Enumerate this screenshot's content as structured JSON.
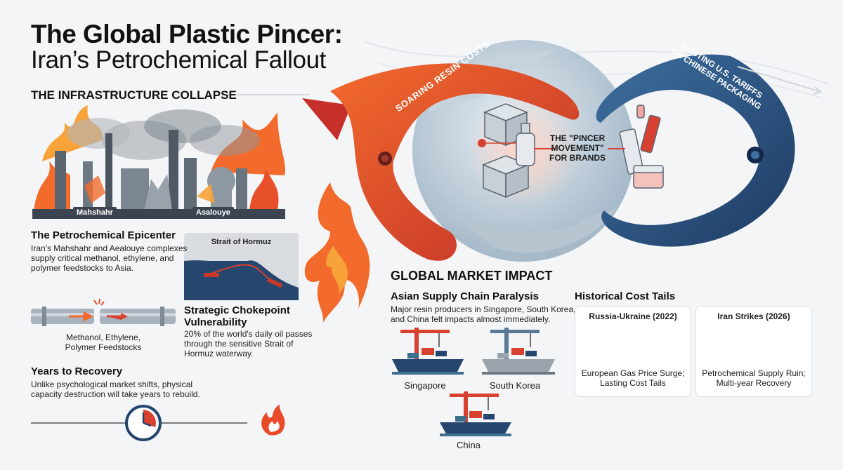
{
  "title": {
    "line1": "The Global Plastic Pincer:",
    "line2": "Iran’s Petrochemical Fallout"
  },
  "infrastructure": {
    "heading": "THE INFRASTRUCTURE COLLAPSE",
    "labels": [
      "Mahshahr",
      "Asalouye"
    ]
  },
  "epicenter": {
    "title": "The Petrochemical Epicenter",
    "body": [
      "Iran's Mahshahr and Aealouye complexes",
      "supply critical methanol, ethylene, and",
      "polymer feedstocks to Asia."
    ]
  },
  "strait_map": {
    "label": "Strait of Hormuz"
  },
  "pipeline": {
    "caption": [
      "Methanol, Ethylene,",
      "Polymer Feedstocks"
    ]
  },
  "chokepoint": {
    "title": [
      "Strategic Chokepoint",
      "Vulnerability"
    ],
    "body": [
      "20% of the world's daily oil passes",
      "through the sensitive Strait of",
      "Hormuz waterway."
    ]
  },
  "recovery": {
    "title": "Years to Recovery",
    "body": [
      "Unlike psychological market shifts, physical",
      "capacity destruction will take years to rebuild."
    ]
  },
  "pincer": {
    "left_arm": "SOARING RESIN COSTS",
    "right_arm": [
      "EXISTING U.S. TARIFFS",
      "ON CHINESE PACKAGING"
    ],
    "center": [
      "THE \"PINCER",
      "MOVEMENT\"",
      "FOR BRANDS"
    ]
  },
  "market": {
    "heading": "GLOBAL MARKET IMPACT",
    "asian_title": "Asian Supply Chain Paralysis",
    "asian_body": [
      "Major resin producers in Singapore, South Korea,",
      "and China felt impacts almost immediately."
    ],
    "ports": [
      "Singapore",
      "South Korea",
      "China"
    ]
  },
  "history": {
    "title": "Historical Cost Tails",
    "cards": [
      {
        "title": "Russia-Ukraine (2022)",
        "caption": [
          "European Gas Price Surge;",
          "Lasting Cost Tails"
        ]
      },
      {
        "title": "Iran Strikes (2026)",
        "caption": [
          "Petrochemical Supply Ruin;",
          "Multi-year Recovery"
        ]
      }
    ]
  },
  "colors": {
    "red": "#d8412f",
    "orange": "#f26b2c",
    "navy": "#24466f",
    "teal": "#3d6f8f"
  }
}
